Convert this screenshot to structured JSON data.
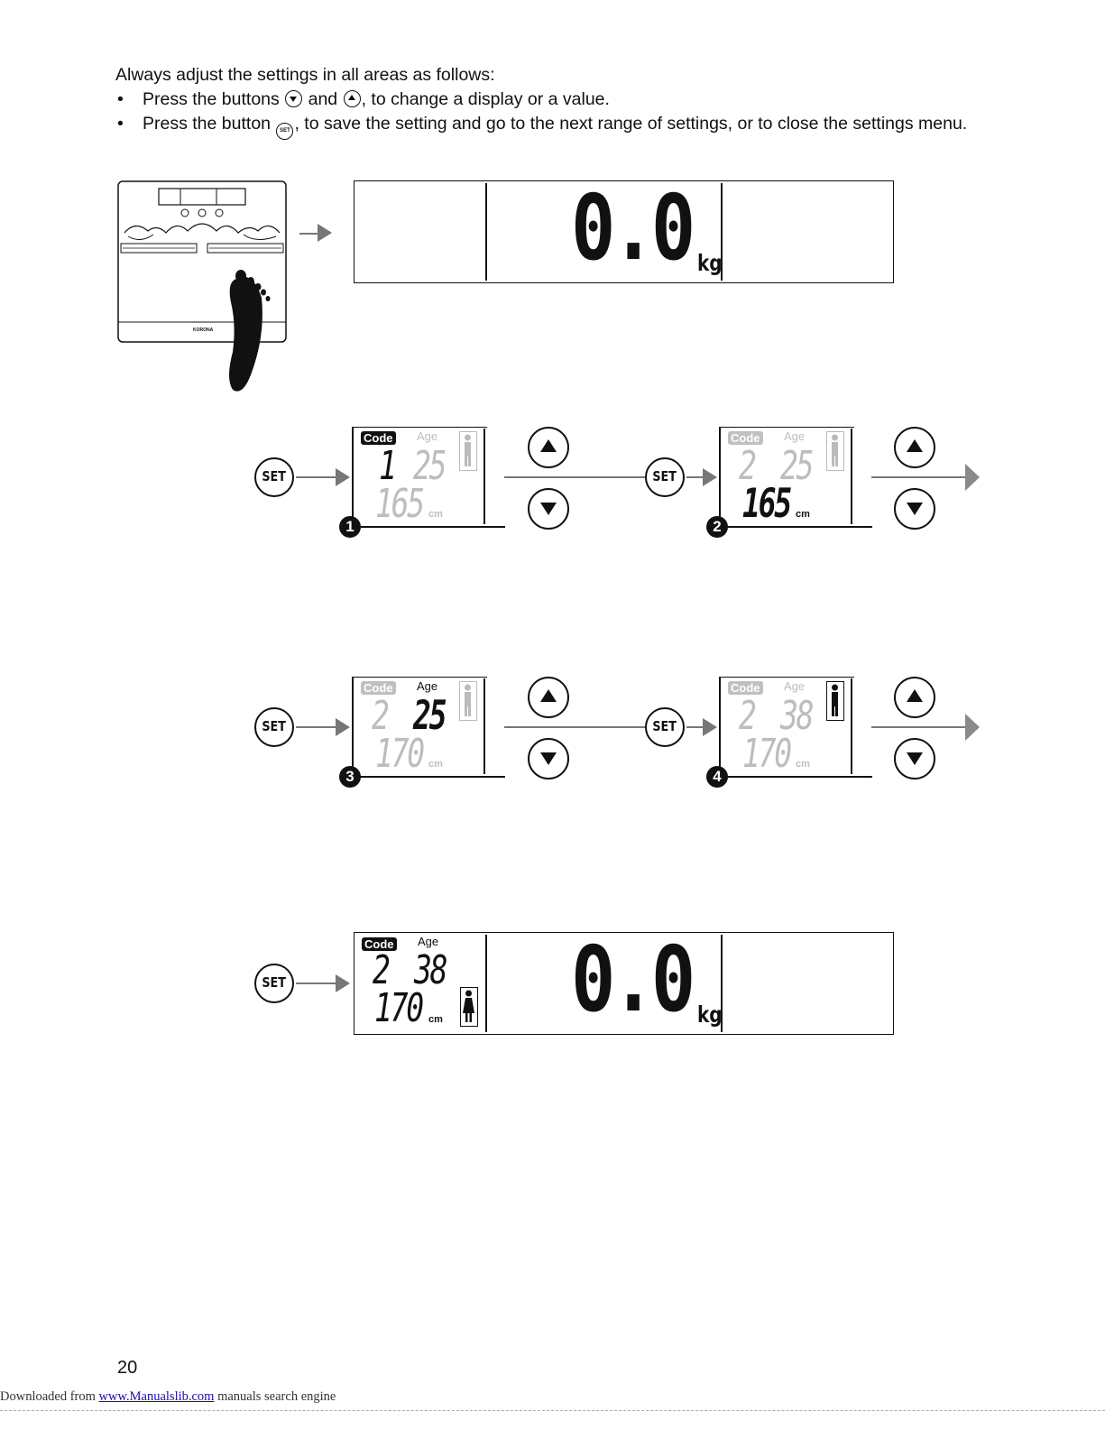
{
  "instructions": {
    "heading": "Always adjust the settings in all areas as follows:",
    "bullet_marker": "•",
    "bullet1_before": "Press the buttons",
    "bullet1_and": "and",
    "bullet1_after": ", to change a display or a value.",
    "bullet2_before": "Press the button",
    "bullet2_after": ", to save the setting and go to the next range of settings, or to close the settings menu."
  },
  "scale": {
    "brand": "KORONA"
  },
  "display_main": {
    "weight": "0.0",
    "unit": "kg"
  },
  "buttons": {
    "set_label": "SET"
  },
  "steps": [
    {
      "number": "1",
      "code_label": "Code",
      "age_label": "Age",
      "code": "1",
      "age": "25",
      "height": "165",
      "height_unit": "cm"
    },
    {
      "number": "2",
      "code_label": "Code",
      "age_label": "Age",
      "code": "2",
      "age": "25",
      "height": "165",
      "height_unit": "cm"
    },
    {
      "number": "3",
      "code_label": "Code",
      "age_label": "Age",
      "code": "2",
      "age": "25",
      "height": "170",
      "height_unit": "cm"
    },
    {
      "number": "4",
      "code_label": "Code",
      "age_label": "Age",
      "code": "2",
      "age": "38",
      "height": "170",
      "height_unit": "cm"
    }
  ],
  "display_final": {
    "code_label": "Code",
    "age_label": "Age",
    "code": "2",
    "age": "38",
    "height": "170",
    "height_unit": "cm",
    "weight": "0.0",
    "unit": "kg"
  },
  "page_number": "20",
  "footer": {
    "prefix": "Downloaded from",
    "link": "www.Manualslib.com",
    "suffix": "manuals search engine"
  }
}
